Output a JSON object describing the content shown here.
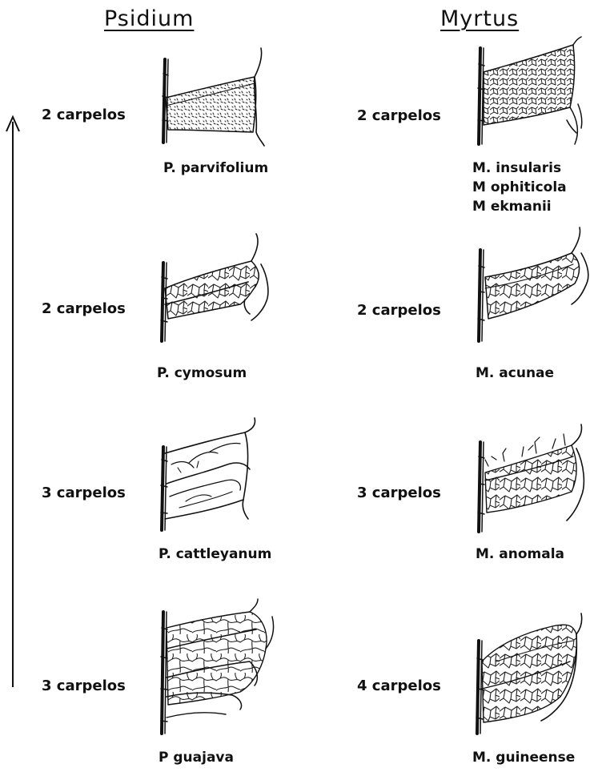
{
  "headers": {
    "left": "Psidium",
    "right": "Myrtus"
  },
  "psidium": [
    {
      "carpels": "2 carpelos",
      "species": [
        "P. parvifolium"
      ]
    },
    {
      "carpels": "2 carpelos",
      "species": [
        "P. cymosum"
      ]
    },
    {
      "carpels": "3 carpelos",
      "species": [
        "P. cattleyanum"
      ]
    },
    {
      "carpels": "3 carpelos",
      "species": [
        "P guajava"
      ]
    }
  ],
  "myrtus": [
    {
      "carpels": "2 carpelos",
      "species": [
        "M. insularis",
        "M ophiticola",
        "M ekmanii"
      ]
    },
    {
      "carpels": "2 carpelos",
      "species": [
        "M. acunae"
      ]
    },
    {
      "carpels": "3 carpelos",
      "species": [
        "M. anomala"
      ]
    },
    {
      "carpels": "4 carpelos",
      "species": [
        "M. guineense"
      ]
    }
  ]
}
